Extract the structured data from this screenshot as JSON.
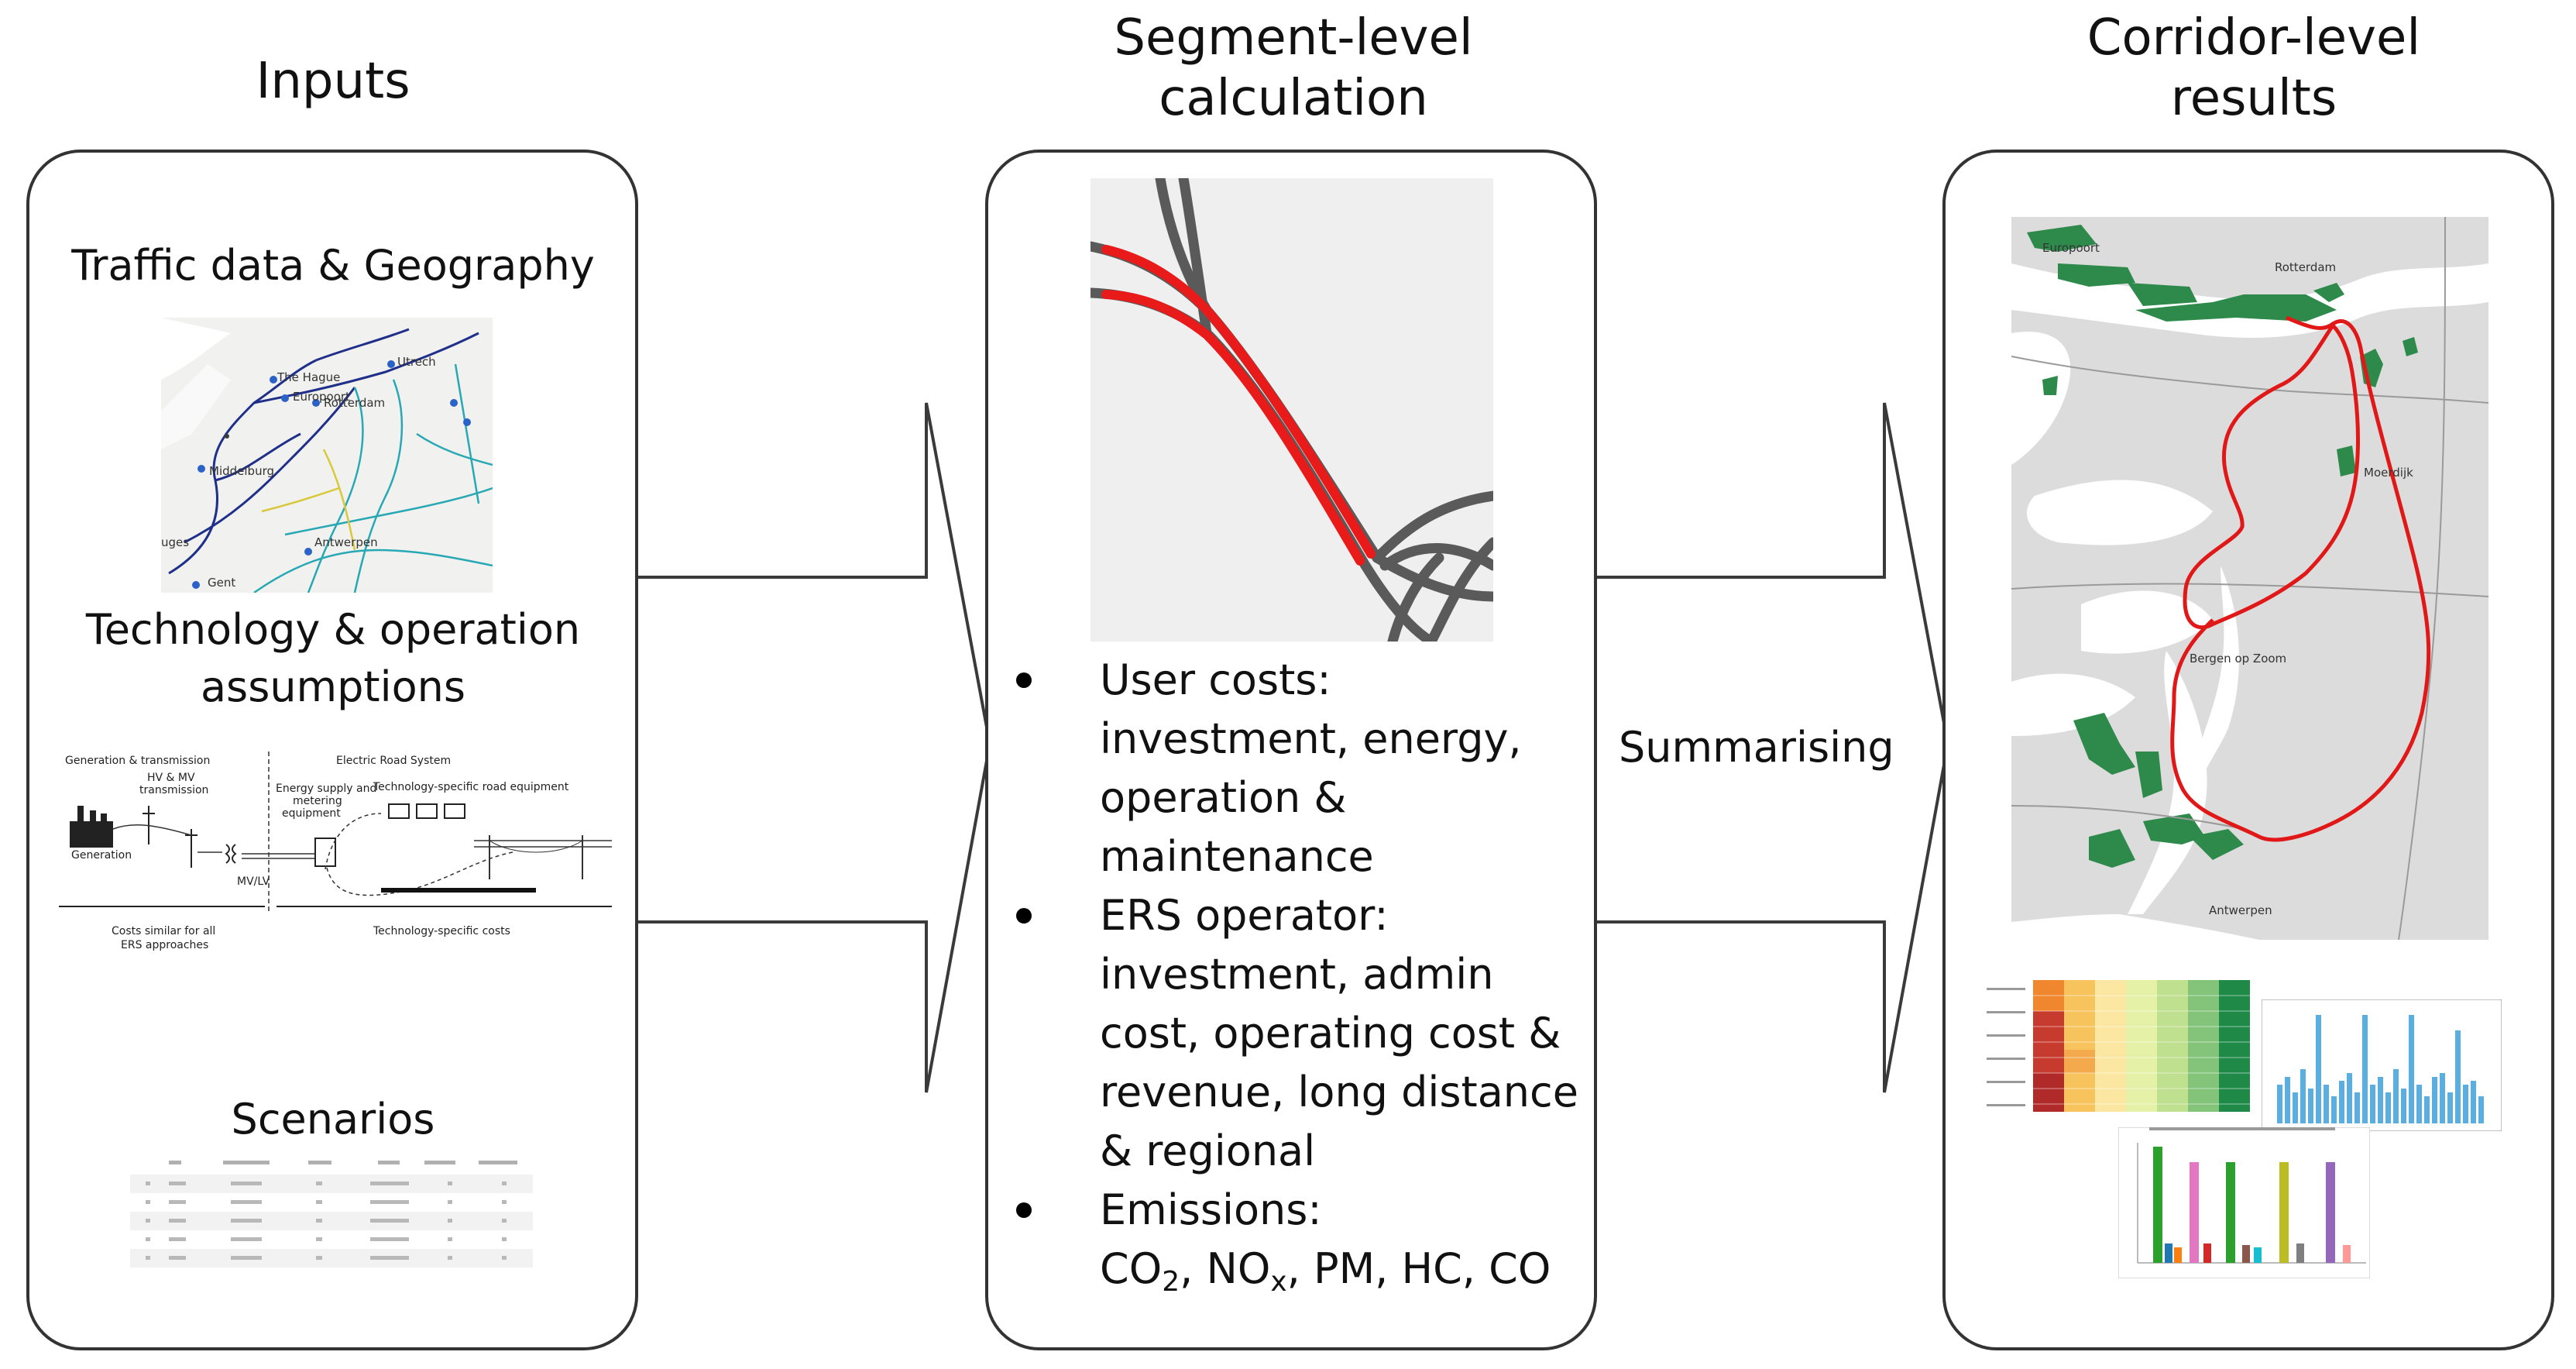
{
  "headings": {
    "inputs": "Inputs",
    "segment_line1": "Segment-level",
    "segment_line2": "calculation",
    "corridor_line1": "Corridor-level",
    "corridor_line2": "results"
  },
  "inputs_panel": {
    "traffic_title": "Traffic data & Geography",
    "technology_line1": "Technology & operation",
    "technology_line2": "assumptions",
    "scenarios_title": "Scenarios",
    "traffic_map_cities": [
      "The Hague",
      "Europoort",
      "Rotterdam",
      "Utrech",
      "Middelburg",
      "uges",
      "Antwerpen",
      "Gent"
    ],
    "ers_diagram": {
      "generation_transmission": "Generation & transmission",
      "hv_mv_line1": "HV & MV",
      "hv_mv_line2": "transmission",
      "generation": "Generation",
      "mv_lv": "MV/LV",
      "electric_road_system": "Electric Road System",
      "energy_supply_line1": "Energy supply and",
      "energy_supply_line2": "metering",
      "energy_supply_line3": "equipment",
      "tech_specific_equipment": "Technology-specific road equipment",
      "costs_similar_line1": "Costs similar for all",
      "costs_similar_line2": "ERS approaches",
      "tech_specific_costs": "Technology-specific costs"
    }
  },
  "segment_panel": {
    "bullets": [
      {
        "lines": [
          "User costs:",
          "investment, energy,",
          "operation &",
          "maintenance"
        ]
      },
      {
        "lines": [
          "ERS operator:",
          "investment, admin",
          "cost, operating cost &",
          "revenue, long distance",
          "& regional"
        ]
      },
      {
        "lines": [
          "Emissions:"
        ],
        "emissions_line": {
          "co": "CO",
          "co_sub": "2",
          "nox": ", NO",
          "nox_sub": "x",
          "rest": ", PM, HC, CO"
        }
      }
    ]
  },
  "arrow_label": "Summarising",
  "corridor_panel": {
    "map_cities": [
      "Europoort",
      "Rotterdam",
      "Moerdijk",
      "Bergen op Zoom",
      "Antwerpen"
    ]
  }
}
